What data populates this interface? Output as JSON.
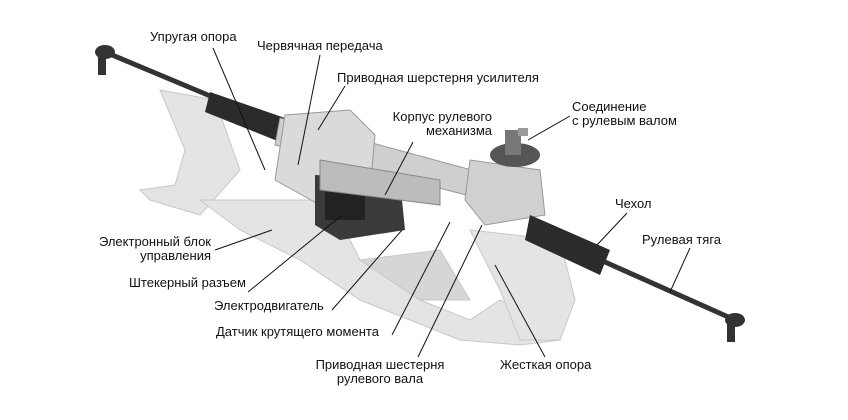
{
  "labels": {
    "elastic_mount": "Упругая опора",
    "worm_gear": "Червячная передача",
    "booster_pinion": "Приводная шерстерня усилителя",
    "housing_1": "Корпус рулевого",
    "housing_2": "механизма",
    "shaft_connection_1": "Соединение",
    "shaft_connection_2": "с рулевым валом",
    "boot": "Чехол",
    "tie_rod": "Рулевая тяга",
    "ecu_1": "Электронный блок",
    "ecu_2": "управления",
    "connector": "Штекерный разъем",
    "motor": "Электродвигатель",
    "torque_sensor": "Датчик крутящего момента",
    "steering_pinion_1": "Приводная шестерня",
    "steering_pinion_2": "рулевого вала",
    "rigid_mount": "Жесткая опора"
  }
}
